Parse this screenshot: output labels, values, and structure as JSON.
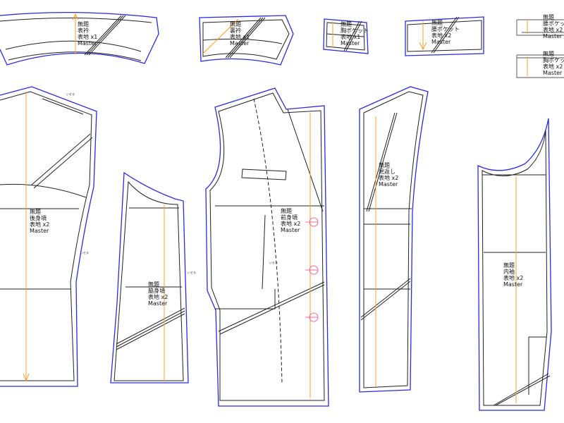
{
  "pieces": [
    {
      "name": "無題",
      "part": "表衿",
      "fabric": "表地 x1",
      "layer": "Master"
    },
    {
      "name": "無題",
      "part": "裏衿",
      "fabric": "表地 x1",
      "layer": "Master"
    },
    {
      "name": "無題",
      "part": "胸ポケット",
      "fabric": "表地 x1",
      "layer": "Master"
    },
    {
      "name": "無題",
      "part": "腰ポケット",
      "fabric": "表地 x2",
      "layer": "Master"
    },
    {
      "name": "無題",
      "part": "腰ポケット",
      "fabric": "表地 x2",
      "layer": "Master"
    },
    {
      "name": "無題",
      "part": "胸ポケット",
      "fabric": "表地 x2",
      "layer": "Master"
    },
    {
      "name": "無題",
      "part": "後身頃",
      "fabric": "表地 x2",
      "layer": "Master"
    },
    {
      "name": "無題",
      "part": "脇身頃",
      "fabric": "表地 x2",
      "layer": "Master"
    },
    {
      "name": "無題",
      "part": "前身頃",
      "fabric": "表地 x2",
      "layer": "Master"
    },
    {
      "name": "無題",
      "part": "見返し",
      "fabric": "表地 x2",
      "layer": "Master"
    },
    {
      "name": "無題",
      "part": "内袖",
      "fabric": "表地 x2",
      "layer": "Master"
    }
  ],
  "notes": [
    "いせる",
    "いせる",
    "いせる",
    "いせる"
  ],
  "colors": {
    "cut_line": "#2b2bd9",
    "sew_line": "#222222",
    "grain_line": "#f0a030",
    "button": "#f06aa0"
  }
}
